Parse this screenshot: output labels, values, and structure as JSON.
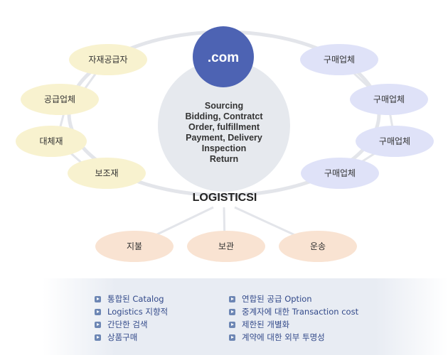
{
  "hub": {
    "label": ".com"
  },
  "center": {
    "lines": [
      "Sourcing",
      "Bidding, Contratct",
      "Order, fulfillment",
      "Payment, Delivery",
      "Inspection",
      "Return"
    ]
  },
  "logistics": {
    "label": "LOGISTICSI"
  },
  "left_nodes": [
    {
      "label": "자재공급자"
    },
    {
      "label": "공급업체"
    },
    {
      "label": "대체재"
    },
    {
      "label": "보조재"
    }
  ],
  "right_nodes": [
    {
      "label": "구매업체"
    },
    {
      "label": "구매업체"
    },
    {
      "label": "구매업체"
    },
    {
      "label": "구매업체"
    }
  ],
  "bottom_nodes": [
    {
      "label": "지불"
    },
    {
      "label": "보관"
    },
    {
      "label": "운송"
    }
  ],
  "features": {
    "left": [
      "통합된 Catalog",
      "Logistics 지향적",
      "간단한 검색",
      "상품구매"
    ],
    "right": [
      "연합된 공급 Option",
      "중계자에 대한 Transaction cost",
      "제한된 개별화",
      "계약에 대한 외부 투명성"
    ]
  },
  "colors": {
    "hub": "#4d63b3",
    "center": "#e6e9ee",
    "left_node": "#f8f2cf",
    "right_node": "#dfe2f8",
    "bottom_node": "#f9e3d2",
    "ring": "#e3e5ea"
  }
}
